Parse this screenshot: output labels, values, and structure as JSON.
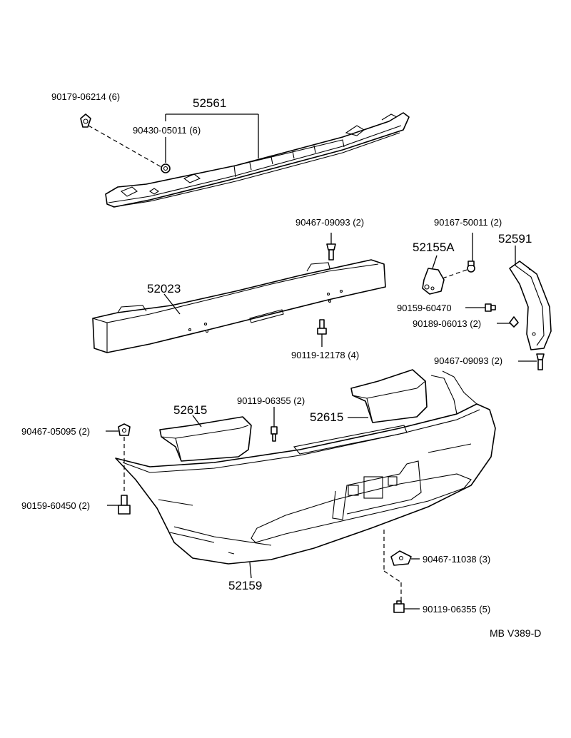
{
  "labels": {
    "l_90179_06214": "90179-06214 (6)",
    "l_52561": "52561",
    "l_90430_05011": "90430-05011 (6)",
    "l_90467_09093_a": "90467-09093 (2)",
    "l_90167_50011": "90167-50011 (2)",
    "l_52155a": "52155A",
    "l_52591": "52591",
    "l_52023": "52023",
    "l_90159_60470": "90159-60470",
    "l_90189_06013": "90189-06013 (2)",
    "l_90119_12178": "90119-12178 (4)",
    "l_90467_09093_b": "90467-09093 (2)",
    "l_90119_06355_a": "90119-06355 (2)",
    "l_52615_a": "52615",
    "l_52615_b": "52615",
    "l_90467_05095": "90467-05095 (2)",
    "l_90159_60450": "90159-60450 (2)",
    "l_90467_11038": "90467-11038 (3)",
    "l_52159": "52159",
    "l_90119_06355_b": "90119-06355 (5)",
    "l_code": "MB V389-D"
  }
}
